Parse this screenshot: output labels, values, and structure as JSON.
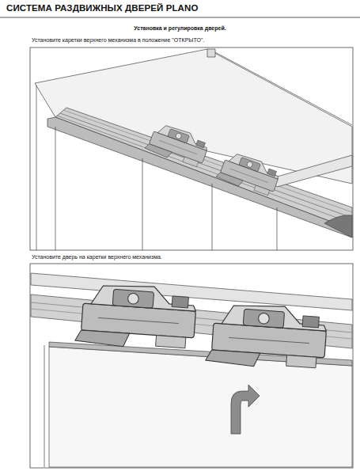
{
  "diagram": {
    "title": "СИСТЕМА РАЗДВИЖНЫХ ДВЕРЕЙ PLANO",
    "labels": [
      "Установка и регулировка дверей.",
      "Установите каретки верхнего механизма в положение \"ОТКРЫТО\".",
      "Установите дверь на каретки верхнего механизма."
    ]
  }
}
